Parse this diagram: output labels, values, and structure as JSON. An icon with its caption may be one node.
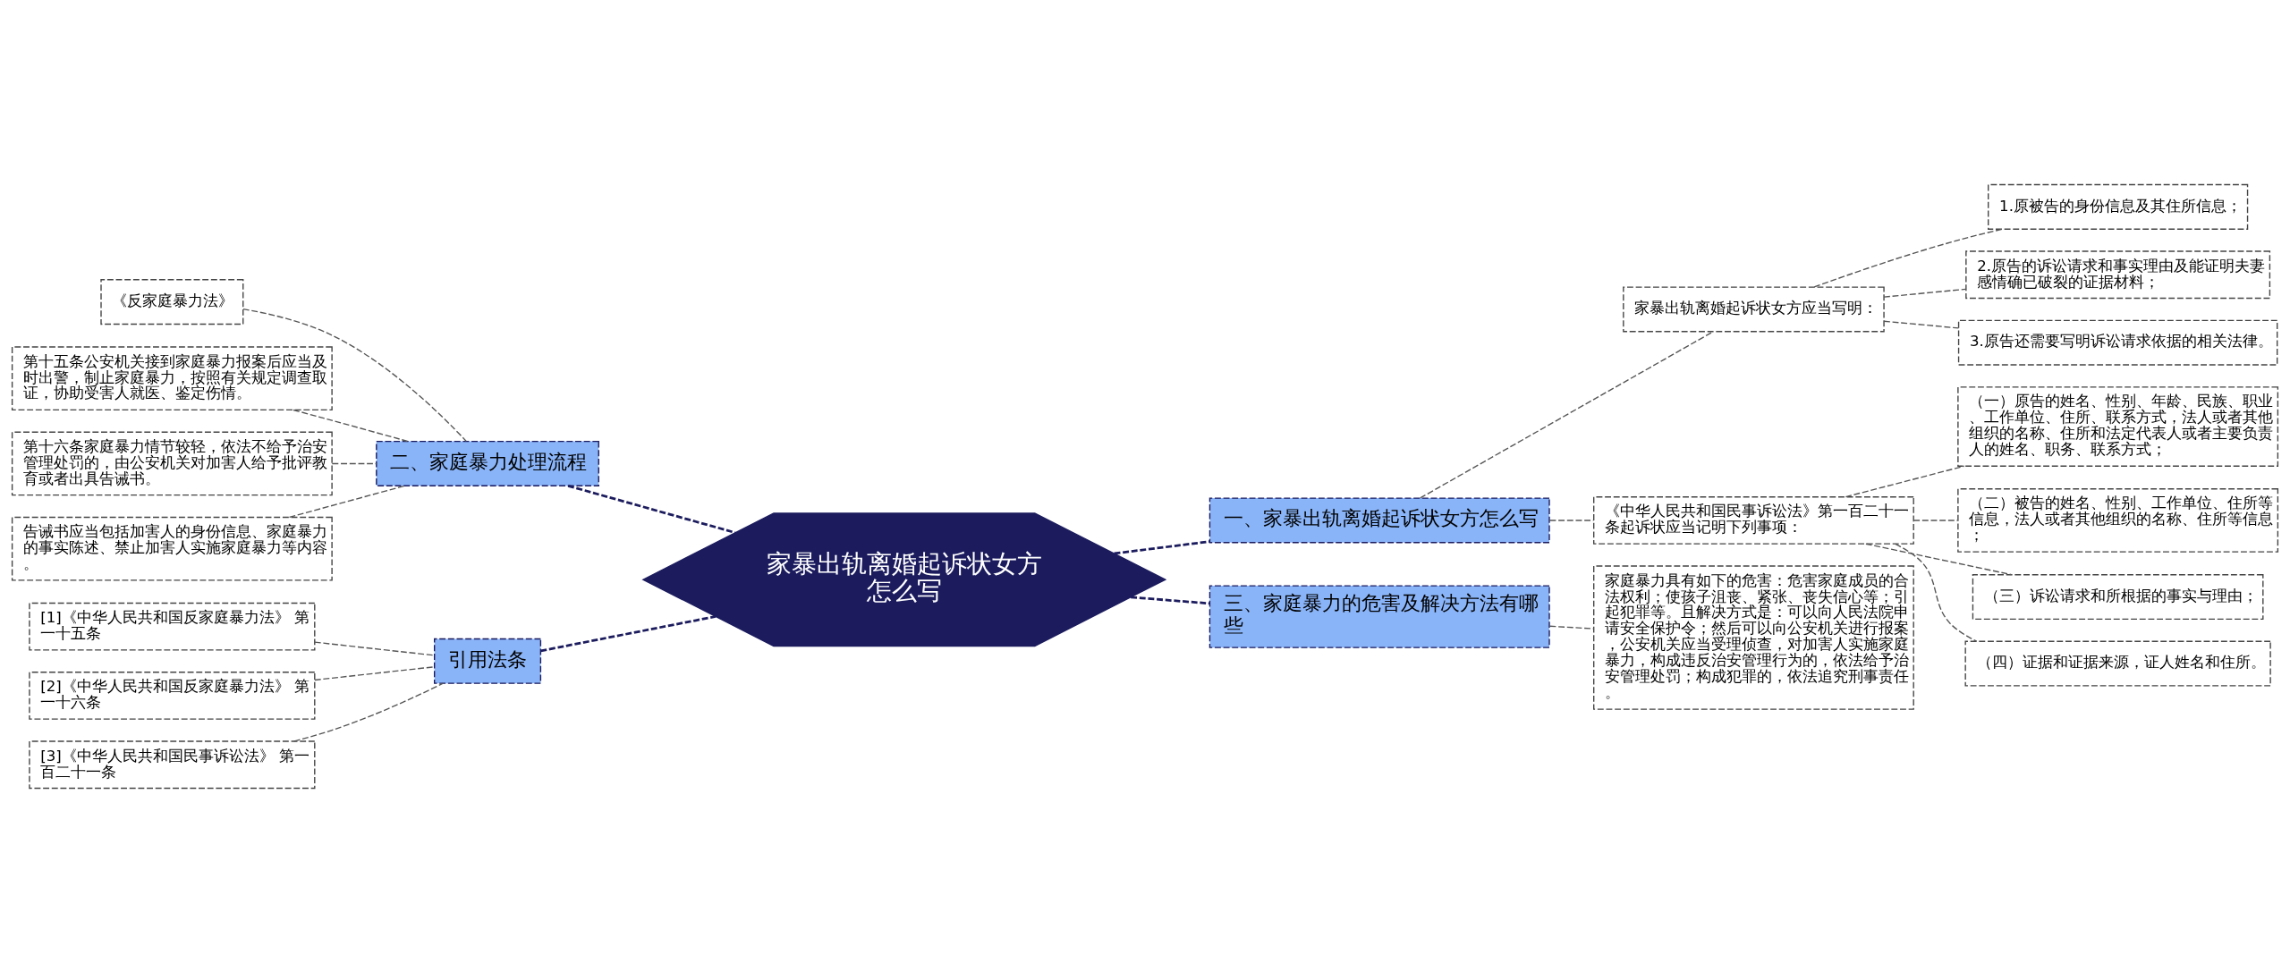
{
  "diagram": {
    "nodes": [
      {
        "text": [
          "家暴出轨离婚起诉状女方怎么写"
        ]
      },
      {
        "text": [
          "一、家暴出轨离婚起诉状女方怎么写"
        ]
      },
      {
        "text": [
          "家暴出轨离婚起诉状女方应当写明："
        ]
      },
      {
        "text": [
          "1.原被告的身份信息及其住所信息；"
        ]
      },
      {
        "text": [
          "2.原告的诉讼请求和事实理由及能证明夫妻感情确已破裂的证据材料；"
        ]
      },
      {
        "text": [
          "3.原告还需要写明诉讼请求依据的相关法律。"
        ]
      },
      {
        "text": [
          "《中华人民共和国民事诉讼法》第一百二十一条起诉状应当记明下列事项："
        ]
      },
      {
        "text": [
          "（一）原告的姓名、性别、年龄、民族、职业、工作单位、住所、联系方式，法人或者其他组织的名称、住所和法定代表人或者主要负责人的姓名、职务、联系方式；"
        ]
      },
      {
        "text": [
          "（二）被告的姓名、性别、工作单位、住所等信息，法人或者其他组织的名称、住所等信息；"
        ]
      },
      {
        "text": [
          "（三）诉讼请求和所根据的事实与理由；"
        ]
      },
      {
        "text": [
          "（四）证据和证据来源，证人姓名和住所。"
        ]
      },
      {
        "text": [
          "三、家庭暴力的危害及解决方法有哪些"
        ]
      },
      {
        "text": [
          "家庭暴力具有如下的危害：危害家庭成员的合法权利；使孩子沮丧、紧张、丧失信心等；引起犯罪等。且解决方式是：可以向人民法院申请安全保护令；然后可以向公安机关进行报案，公安机关应当受理侦查，对加害人实施家庭暴力，构成违反治安管理行为的，依法给予治安管理处罚；构成犯罪的，依法追究刑事责任。"
        ]
      },
      {
        "text": [
          "二、家庭暴力处理流程"
        ]
      },
      {
        "text": [
          "《反家庭暴力法》"
        ]
      },
      {
        "text": [
          "第十五条公安机关接到家庭暴力报案后应当及时出警，制止家庭暴力，按照有关规定调查取证，协助受害人就医、鉴定伤情。"
        ]
      },
      {
        "text": [
          "第十六条家庭暴力情节较轻，依法不给予治安管理处罚的，由公安机关对加害人给予批评教育或者出具告诫书。"
        ]
      },
      {
        "text": [
          "告诫书应当包括加害人的身份信息、家庭暴力的事实陈述、禁止加害人实施家庭暴力等内容。"
        ]
      },
      {
        "text": [
          "引用法条"
        ]
      },
      {
        "text": [
          "[1]《中华人民共和国反家庭暴力法》 第一十五条"
        ]
      },
      {
        "text": [
          "[2]《中华人民共和国反家庭暴力法》 第一十六条"
        ]
      },
      {
        "text": [
          "[3]《中华人民共和国民事诉讼法》 第一百二十一条"
        ]
      }
    ],
    "edges": [
      {
        "from": 0,
        "to": 1,
        "arrow": "none",
        "style": "dashed",
        "color": "#1b1b5e"
      },
      {
        "from": 1,
        "to": 2,
        "arrow": "none",
        "style": "dashed"
      },
      {
        "from": 2,
        "to": 3,
        "arrow": "none",
        "style": "dashed"
      },
      {
        "from": 2,
        "to": 4,
        "arrow": "none",
        "style": "dashed"
      },
      {
        "from": 2,
        "to": 5,
        "arrow": "none",
        "style": "dashed"
      },
      {
        "from": 1,
        "to": 6,
        "arrow": "none",
        "style": "dashed"
      },
      {
        "from": 6,
        "to": 7,
        "arrow": "none",
        "style": "dashed"
      },
      {
        "from": 6,
        "to": 8,
        "arrow": "none",
        "style": "dashed"
      },
      {
        "from": 6,
        "to": 9,
        "arrow": "none",
        "style": "dashed"
      },
      {
        "from": 6,
        "to": 10,
        "arrow": "none",
        "style": "dashed"
      },
      {
        "from": 0,
        "to": 11,
        "arrow": "none",
        "style": "dashed",
        "color": "#1b1b5e"
      },
      {
        "from": 11,
        "to": 12,
        "arrow": "none",
        "style": "dashed"
      },
      {
        "from": 0,
        "to": 13,
        "arrow": "none",
        "style": "dashed",
        "color": "#1b1b5e"
      },
      {
        "from": 13,
        "to": 14,
        "arrow": "none",
        "style": "dashed"
      },
      {
        "from": 13,
        "to": 15,
        "arrow": "none",
        "style": "dashed"
      },
      {
        "from": 13,
        "to": 16,
        "arrow": "none",
        "style": "dashed"
      },
      {
        "from": 13,
        "to": 17,
        "arrow": "none",
        "style": "dashed"
      },
      {
        "from": 0,
        "to": 18,
        "arrow": "none",
        "style": "dashed",
        "color": "#1b1b5e"
      },
      {
        "from": 18,
        "to": 19,
        "arrow": "none",
        "style": "dashed"
      },
      {
        "from": 18,
        "to": 20,
        "arrow": "none",
        "style": "dashed"
      },
      {
        "from": 18,
        "to": 21,
        "arrow": "none",
        "style": "dashed"
      }
    ]
  }
}
